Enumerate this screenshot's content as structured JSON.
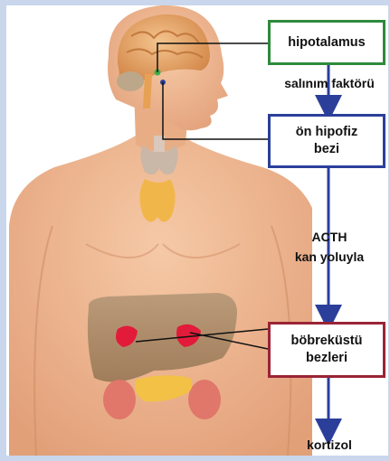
{
  "colors": {
    "background_frame": "#c9d6ec",
    "hypothalamus_border": "#2e8a3c",
    "pituitary_border": "#2b3f9a",
    "adrenal_border": "#9a2436",
    "arrow": "#2b3f9a",
    "skin": "#f0b894"
  },
  "boxes": {
    "hypothalamus": "hipotalamus",
    "pituitary_line1": "ön hipofiz",
    "pituitary_line2": "bezi",
    "adrenal_line1": "böbreküstü",
    "adrenal_line2": "bezleri"
  },
  "labels": {
    "release_factor": "salınım faktörü",
    "acth": "ACTH",
    "bloodstream": "kan yoluyla",
    "cortisol": "kortizol"
  }
}
